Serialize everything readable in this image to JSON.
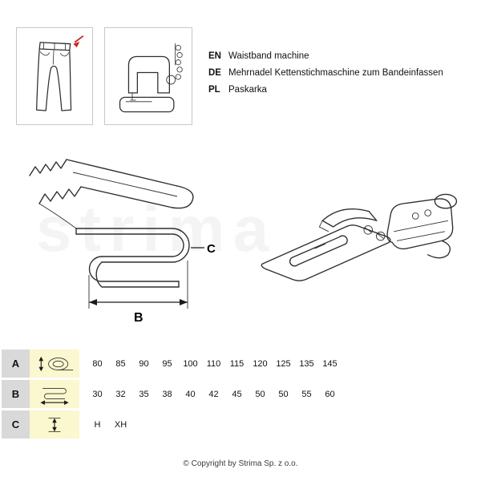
{
  "header": {
    "languages": [
      {
        "code": "EN",
        "text": "Waistband machine"
      },
      {
        "code": "DE",
        "text": "Mehrnadel Kettenstichmaschine zum Bandeinfassen"
      },
      {
        "code": "PL",
        "text": "Paskarka"
      }
    ]
  },
  "diagram": {
    "label_b": "B",
    "label_c": "C"
  },
  "watermark": "strima",
  "table": {
    "rows": [
      {
        "letter": "A",
        "icon": "tape-roll-icon",
        "values": [
          "80",
          "85",
          "90",
          "95",
          "100",
          "110",
          "115",
          "120",
          "125",
          "135",
          "145"
        ]
      },
      {
        "letter": "B",
        "icon": "binding-width-icon",
        "values": [
          "30",
          "32",
          "35",
          "38",
          "40",
          "42",
          "45",
          "50",
          "50",
          "55",
          "60"
        ]
      },
      {
        "letter": "C",
        "icon": "fold-height-icon",
        "values": [
          "H",
          "XH"
        ]
      }
    ]
  },
  "footer": {
    "copyright": "© Copyright by Strima Sp. z o.o."
  },
  "colors": {
    "row_letter_bg": "#d9d9d9",
    "row_icon_bg": "#fbf7cf",
    "accent_red": "#cc2222"
  }
}
